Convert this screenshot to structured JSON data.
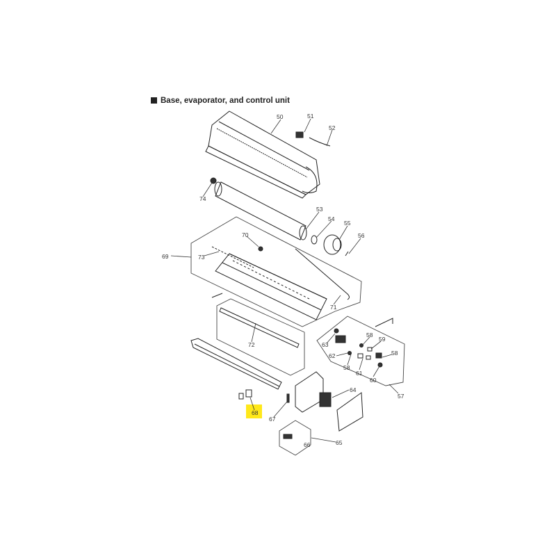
{
  "title": "Base, evaporator, and control unit",
  "highlight_color": "#ffe81a",
  "highlighted_part": "68",
  "parts": {
    "p50": "50",
    "p51": "51",
    "p52": "52",
    "p53": "53",
    "p54": "54",
    "p55": "55",
    "p56": "56",
    "p57": "57",
    "p58a": "58",
    "p58b": "58",
    "p58c": "58",
    "p59": "59",
    "p60": "60",
    "p61": "61",
    "p62": "62",
    "p63": "63",
    "p64": "64",
    "p65": "65",
    "p66": "66",
    "p67": "67",
    "p68": "68",
    "p69": "69",
    "p70": "70",
    "p71": "71",
    "p72": "72",
    "p73": "73",
    "p74": "74"
  }
}
